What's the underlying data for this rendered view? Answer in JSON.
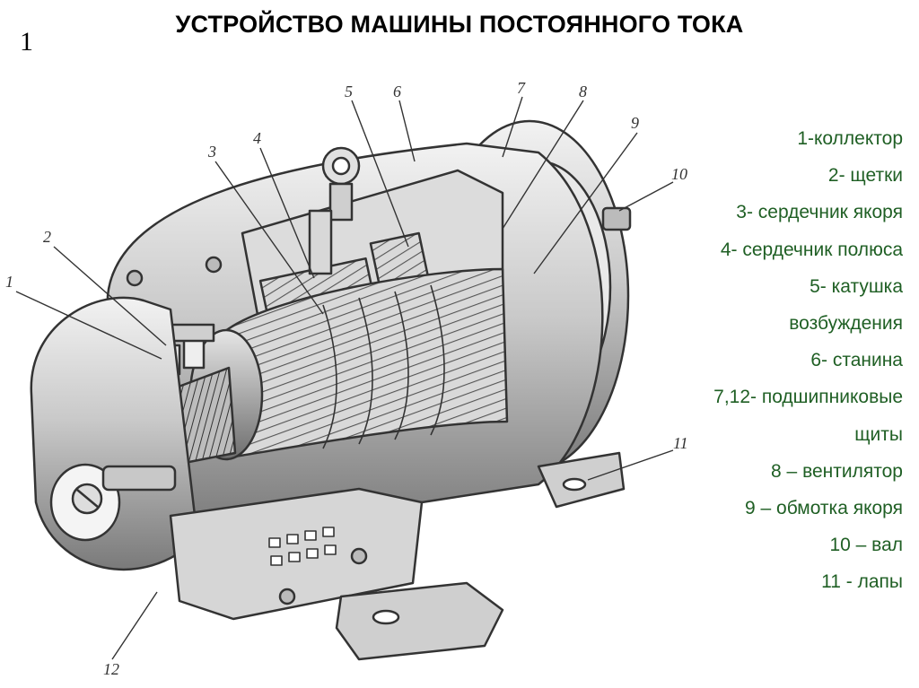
{
  "slide_number": "1",
  "title": "УСТРОЙСТВО МАШИНЫ ПОСТОЯННОГО ТОКА",
  "legend": [
    "1-коллектор",
    "2- щетки",
    "3- сердечник якоря",
    "4- сердечник полюса",
    "5- катушка",
    "возбуждения",
    "6- станина",
    "7,12- подшипниковые",
    "щиты",
    "8 – вентилятор",
    "9 – обмотка якоря",
    "10 – вал",
    "11 - лапы"
  ],
  "diagram": {
    "part_numbers": [
      "1",
      "2",
      "3",
      "4",
      "5",
      "6",
      "7",
      "8",
      "9",
      "10",
      "11",
      "12"
    ]
  },
  "colors": {
    "legend_text": "#1f5f24",
    "line_art": "#333333"
  }
}
